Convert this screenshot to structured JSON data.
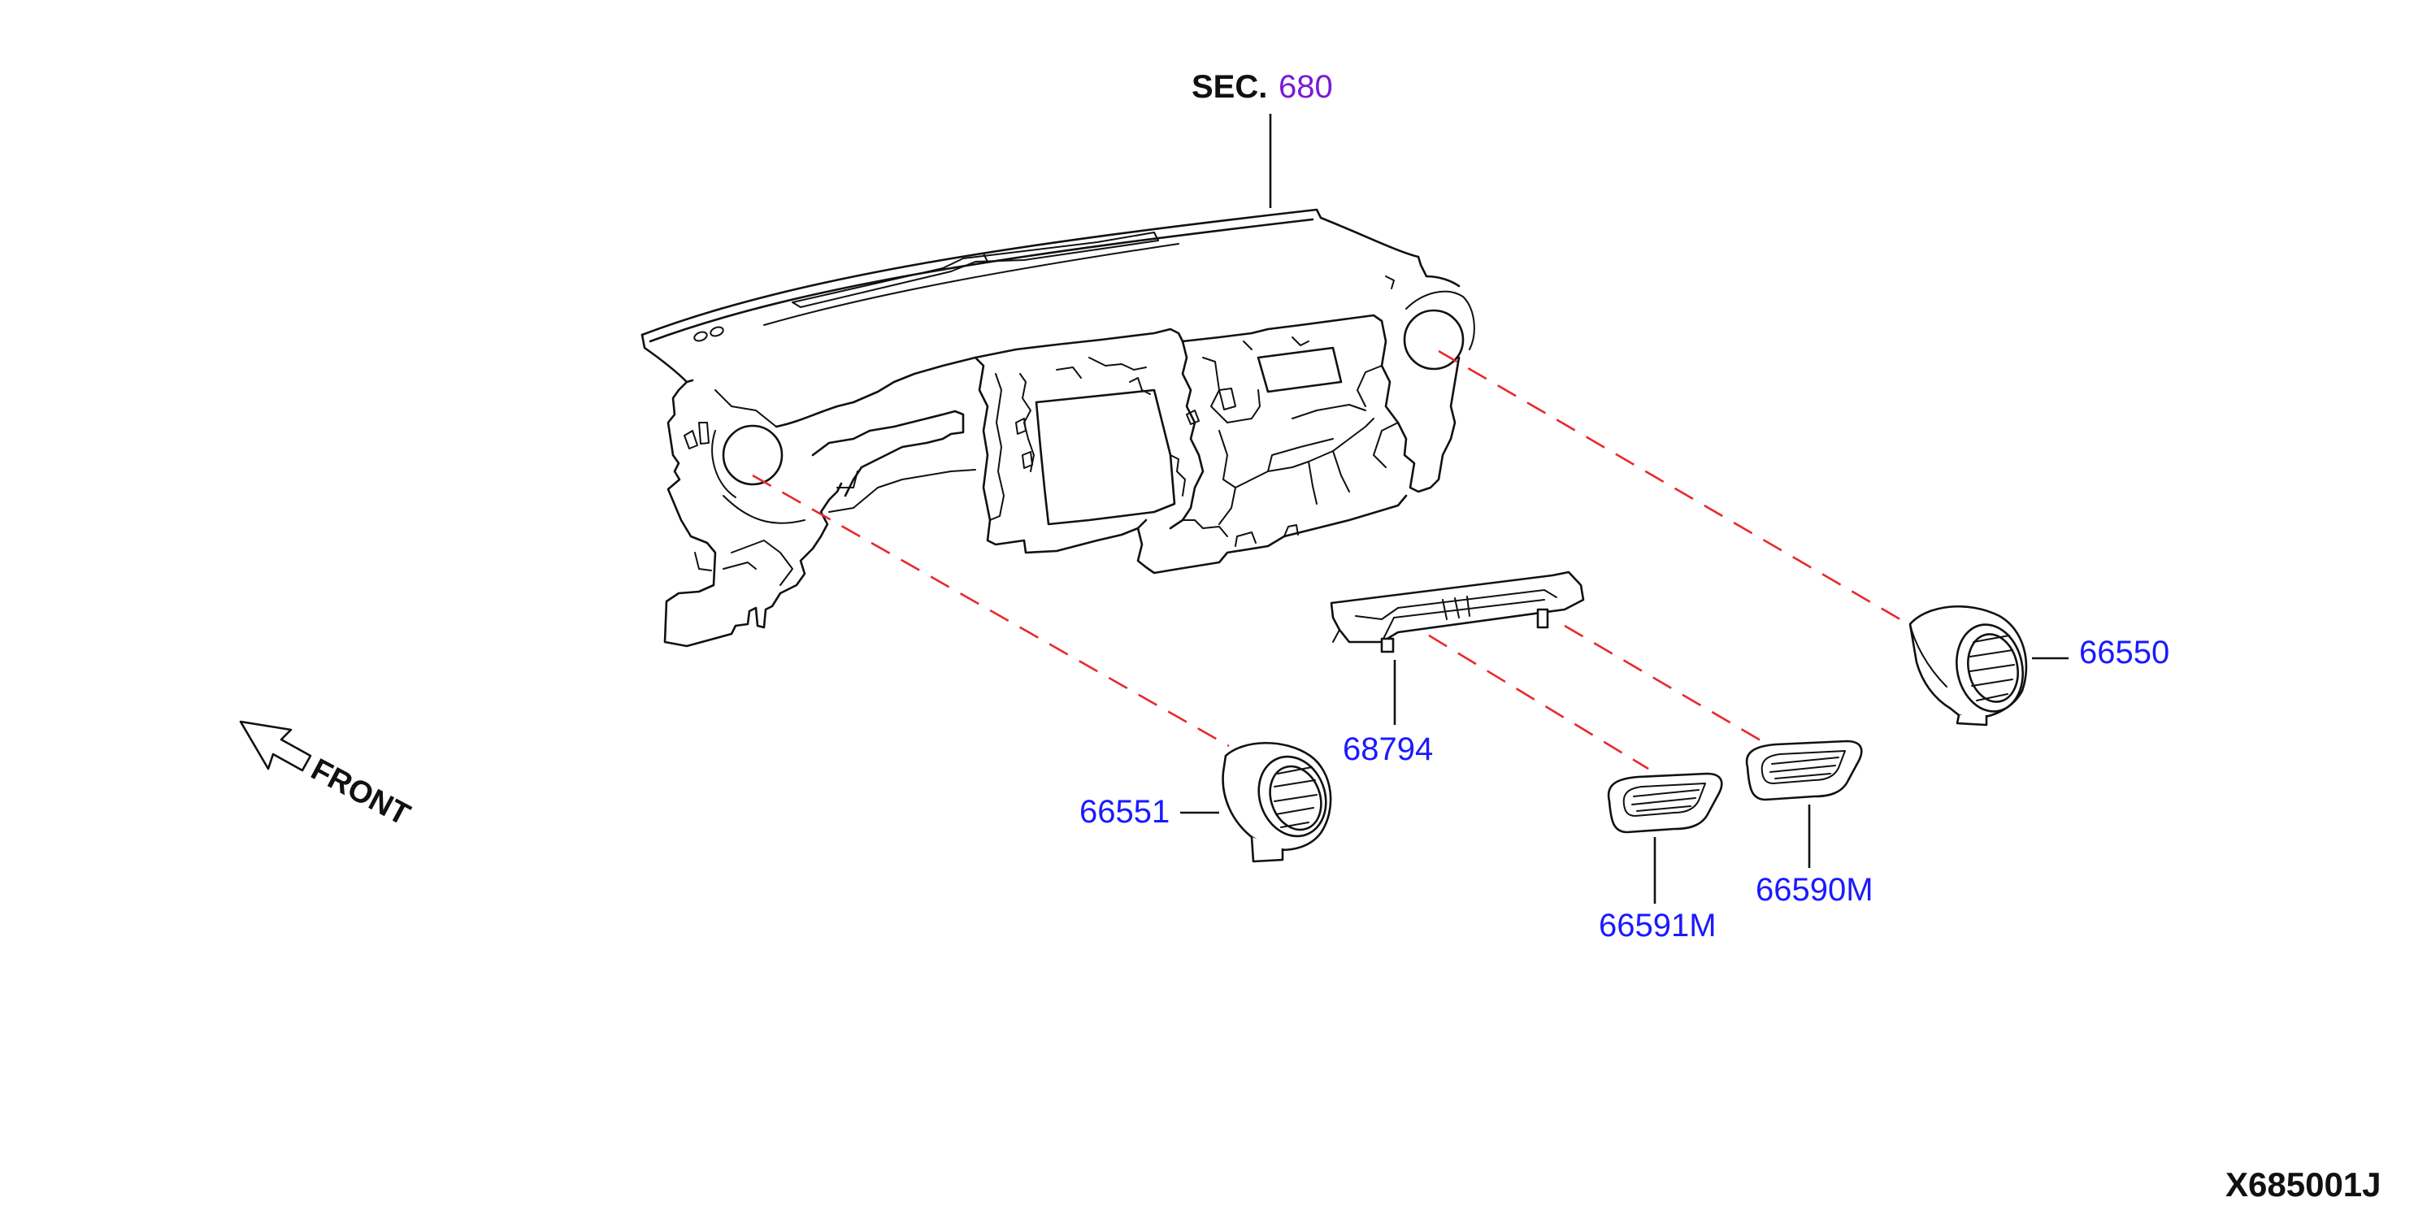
{
  "colors": {
    "part_label": "#1a1aff",
    "section_number": "#7a1ad6",
    "line": "#111111",
    "dashed_guide": "#e8282b",
    "background": "#ffffff"
  },
  "section_ref": {
    "prefix": "SEC.",
    "number": "680"
  },
  "front_arrow": {
    "label": "FRONT"
  },
  "parts": {
    "p66550": "66550",
    "p66551": "66551",
    "p68794": "68794",
    "p66591M": "66591M",
    "p66590M": "66590M"
  },
  "diagram_code": "X685001J"
}
